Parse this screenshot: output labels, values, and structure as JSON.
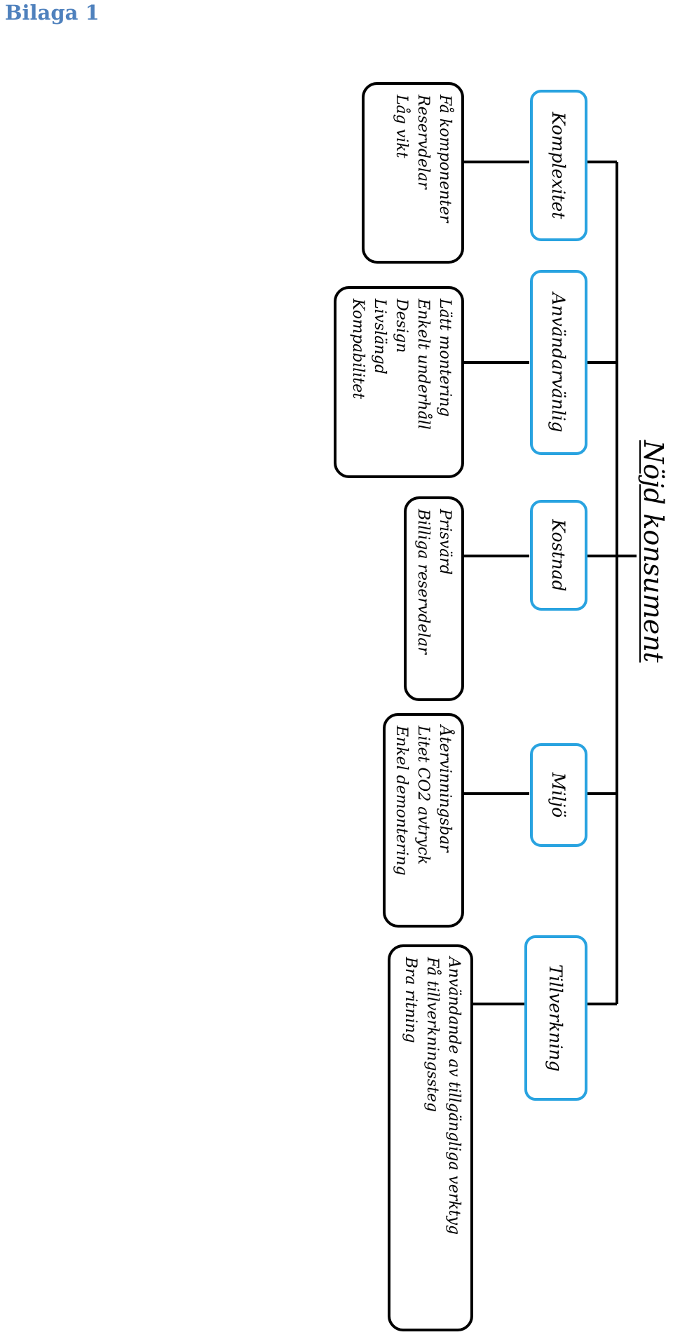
{
  "heading": "Bilaga 1",
  "diagram": {
    "root": "Nöjd konsument",
    "branches": [
      {
        "category": "Komplexitet",
        "items": [
          "Få komponenter",
          "Reservdelar",
          "Låg vikt"
        ]
      },
      {
        "category": "Användarvänlig",
        "items": [
          "Lätt montering",
          "Enkelt underhåll",
          "Design",
          "Livslängd",
          "Kompabilitet"
        ]
      },
      {
        "category": "Kostnad",
        "items": [
          "Prisvärd",
          "Billiga reservdelar"
        ]
      },
      {
        "category": "Miljö",
        "items": [
          "Återvinningsbar",
          "Litet CO2 avtryck",
          "Enkel demontering"
        ]
      },
      {
        "category": "Tillverkning",
        "items": [
          "Användande av tillgängliga verktyg",
          "Få tillverkningssteg",
          "Bra ritning"
        ]
      }
    ]
  },
  "colors": {
    "heading": "#4f81bd",
    "category_border": "#29a3e0",
    "detail_border": "#000000"
  }
}
